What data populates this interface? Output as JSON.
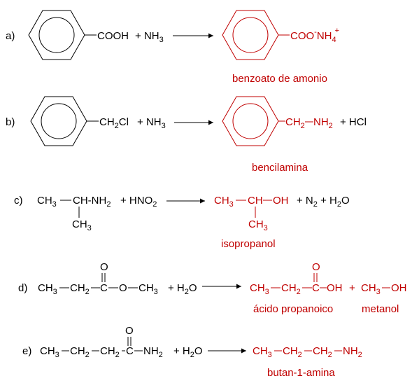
{
  "colors": {
    "reagent": "#000000",
    "product": "#c00000"
  },
  "reactions": [
    {
      "letter": "a)",
      "reactant_group": "COOH",
      "reagent": "NH",
      "reagent_sub": "3",
      "product_group": "COO",
      "product_sup1": "-",
      "product_group2": "NH",
      "product_sub": "4",
      "product_sup2": "+",
      "product_name": "benzoato de amonio"
    },
    {
      "letter": "b)",
      "reactant_group": "CH",
      "reactant_sub": "2",
      "reactant_group2": "Cl",
      "reagent": "NH",
      "reagent_sub": "3",
      "product_group": "CH",
      "product_sub": "2",
      "product_group2": "NH",
      "product_sub2": "2",
      "byproduct": "+ HCl",
      "product_name": "bencilamina"
    },
    {
      "letter": "c)",
      "r_ch3": "CH",
      "r_ch3_sub": "3",
      "r_ch": "CH-NH",
      "r_ch_sub": "2",
      "r_branch": "CH",
      "r_branch_sub": "3",
      "reagent": "+ HNO",
      "reagent_sub": "2",
      "p_ch3": "CH",
      "p_ch3_sub": "3",
      "p_ch": "CH",
      "p_oh": "OH",
      "p_branch": "CH",
      "p_branch_sub": "3",
      "by1": "+ N",
      "by1_sub": "2",
      "by2": "+ H",
      "by2_sub": "2",
      "by2_tail": "O",
      "product_name": "isopropanol"
    },
    {
      "letter": "d)",
      "r1": "CH",
      "r1_sub": "3",
      "r2": "CH",
      "r2_sub": "2",
      "r3": "C",
      "r4": "O",
      "r5": "CH",
      "r5_sub": "3",
      "r_carbonyl_o": "O",
      "reagent": "+ H",
      "reagent_sub": "2",
      "reagent_tail": "O",
      "p1": "CH",
      "p1_sub": "3",
      "p2": "CH",
      "p2_sub": "2",
      "p3": "C",
      "p4": "OH",
      "p_carbonyl_o": "O",
      "plus": "+",
      "m1": "CH",
      "m1_sub": "3",
      "m2": "OH",
      "product_name": "ácido propanoico",
      "product_name2": "metanol"
    },
    {
      "letter": "e)",
      "r1": "CH",
      "r1_sub": "3",
      "r2": "CH",
      "r2_sub": "2",
      "r3": "CH",
      "r3_sub": "2",
      "r4": "C",
      "r5": "NH",
      "r5_sub": "2",
      "r_carbonyl_o": "O",
      "reagent": "+ H",
      "reagent_sub": "2",
      "reagent_tail": "O",
      "p1": "CH",
      "p1_sub": "3",
      "p2": "CH",
      "p2_sub": "2",
      "p3": "CH",
      "p3_sub": "2",
      "p4": "NH",
      "p4_sub": "2",
      "product_name": "butan-1-amina"
    }
  ]
}
